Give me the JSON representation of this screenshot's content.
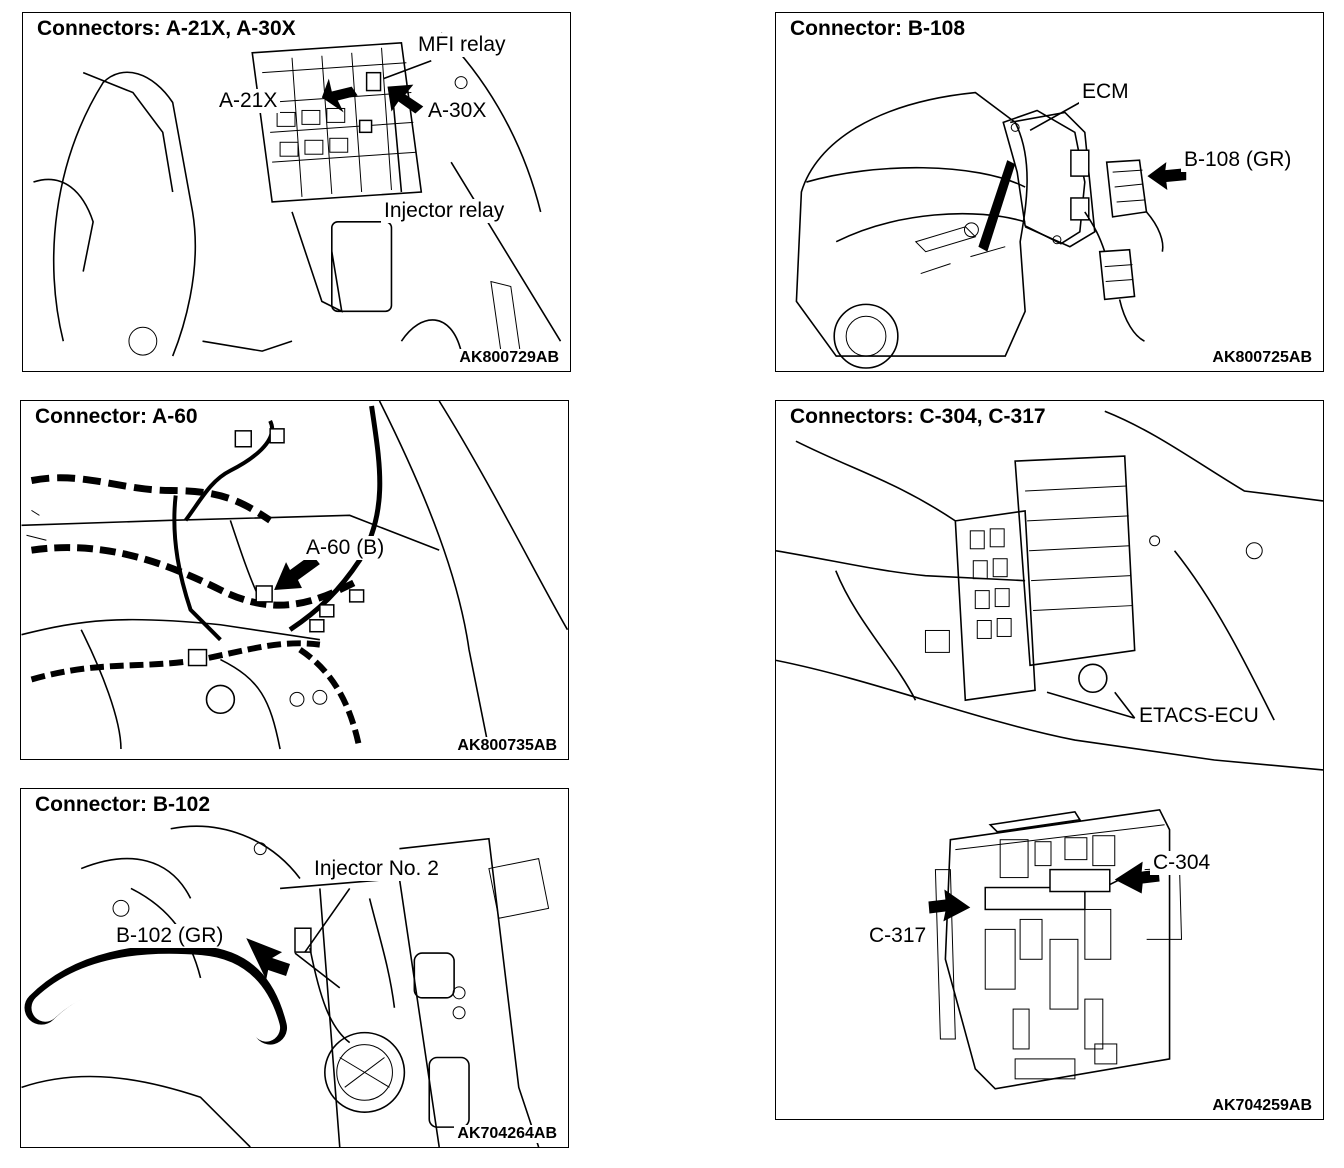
{
  "panels": {
    "p1": {
      "title": "Connectors: A-21X, A-30X",
      "code": "AK800729AB",
      "callouts": {
        "mfi": "MFI relay",
        "a21": "A-21X",
        "a30": "A-30X",
        "inj": "Injector relay"
      }
    },
    "p2": {
      "title": "Connector: B-108",
      "code": "AK800725AB",
      "callouts": {
        "ecm": "ECM",
        "b108": "B-108 (GR)"
      }
    },
    "p3": {
      "title": "Connector: A-60",
      "code": "AK800735AB",
      "callouts": {
        "a60": "A-60 (B)"
      }
    },
    "p4": {
      "title": "Connectors: C-304, C-317",
      "code": "AK704259AB",
      "callouts": {
        "etacs": "ETACS-ECU",
        "c304": "C-304",
        "c317": "C-317"
      }
    },
    "p5": {
      "title": "Connector: B-102",
      "code": "AK704264AB",
      "callouts": {
        "inj2": "Injector No. 2",
        "b102": "B-102 (GR)"
      }
    }
  },
  "colors": {
    "line": "#000000",
    "background": "#ffffff"
  }
}
